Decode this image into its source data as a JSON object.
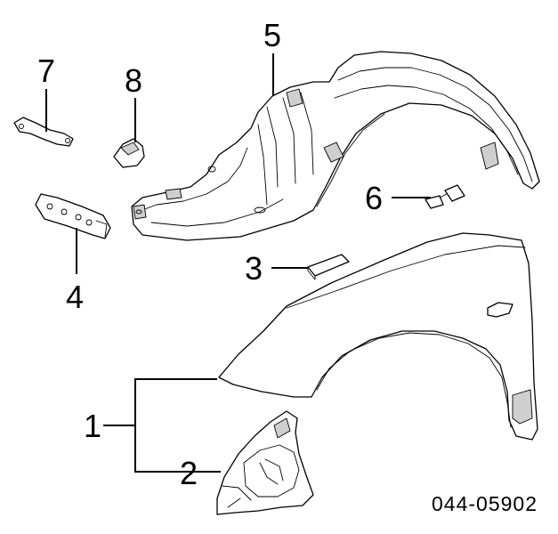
{
  "callouts": {
    "c1": "1",
    "c2": "2",
    "c3": "3",
    "c4": "4",
    "c5": "5",
    "c6": "6",
    "c7": "7",
    "c8": "8"
  },
  "reference_code": "044-05902"
}
